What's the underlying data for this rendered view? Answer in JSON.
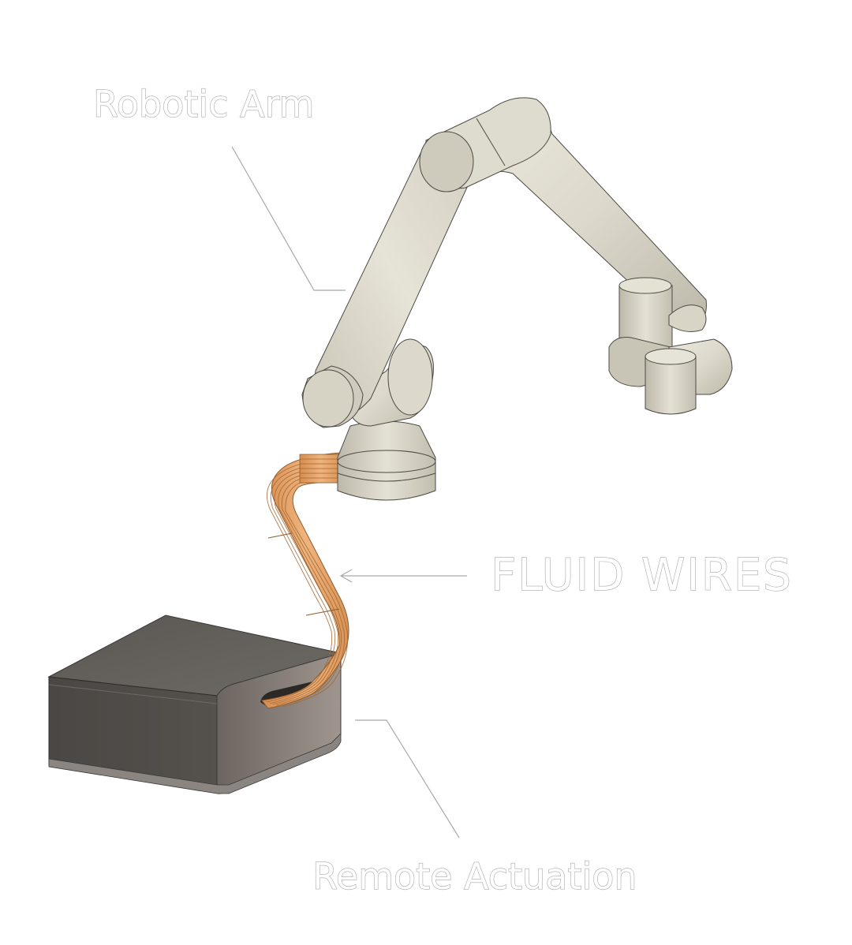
{
  "labels": {
    "robotic_arm": "Robotic Arm",
    "fluid_wires": "FLUID WIRES",
    "remote_actuation": "Remote Actuation"
  },
  "colors": {
    "arm_body": "#dcd9cc",
    "arm_shadow": "#b9b5a6",
    "wire_copper": "#e2a169",
    "box_dark": "#4f4c48",
    "box_light": "#8c8480",
    "leader_line": "#a9a9a9"
  }
}
